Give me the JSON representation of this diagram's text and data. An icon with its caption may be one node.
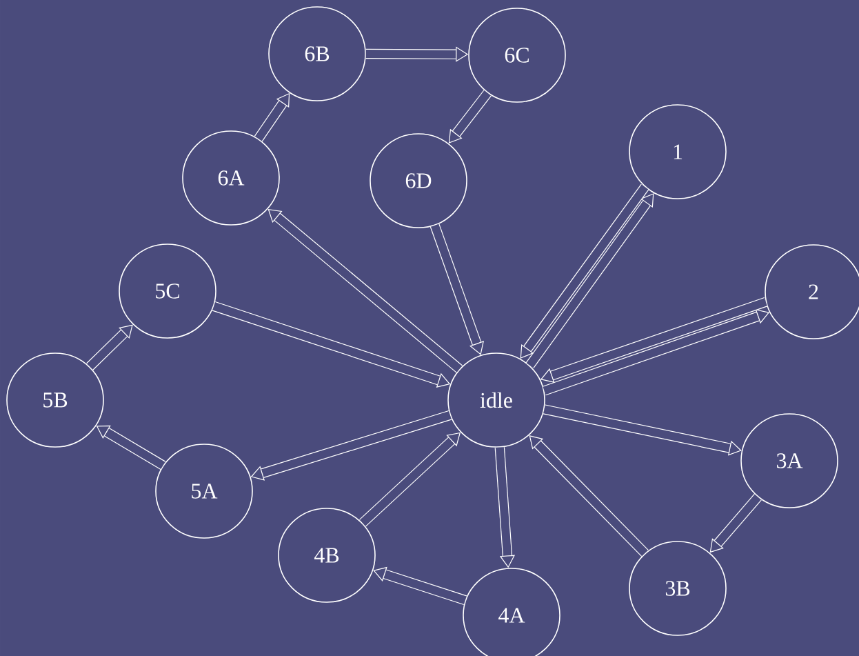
{
  "diagram": {
    "nodes": [
      {
        "text": [
          "idle"
        ]
      },
      {
        "text": [
          "1"
        ]
      },
      {
        "text": [
          "2"
        ]
      },
      {
        "text": [
          "3A"
        ]
      },
      {
        "text": [
          "3B"
        ]
      },
      {
        "text": [
          "4A"
        ]
      },
      {
        "text": [
          "4B"
        ]
      },
      {
        "text": [
          "5A"
        ]
      },
      {
        "text": [
          "5B"
        ]
      },
      {
        "text": [
          "5C"
        ]
      },
      {
        "text": [
          "6A"
        ]
      },
      {
        "text": [
          "6B"
        ]
      },
      {
        "text": [
          "6C"
        ]
      },
      {
        "text": [
          "6D"
        ]
      }
    ],
    "edges": [
      {
        "from": 0,
        "to": 1,
        "arrow": "to"
      },
      {
        "from": 1,
        "to": 0,
        "arrow": "to"
      },
      {
        "from": 0,
        "to": 2,
        "arrow": "to"
      },
      {
        "from": 2,
        "to": 0,
        "arrow": "to"
      },
      {
        "from": 0,
        "to": 3,
        "arrow": "to"
      },
      {
        "from": 3,
        "to": 4,
        "arrow": "to"
      },
      {
        "from": 4,
        "to": 0,
        "arrow": "to"
      },
      {
        "from": 0,
        "to": 5,
        "arrow": "to"
      },
      {
        "from": 5,
        "to": 6,
        "arrow": "to"
      },
      {
        "from": 6,
        "to": 0,
        "arrow": "to"
      },
      {
        "from": 0,
        "to": 7,
        "arrow": "to"
      },
      {
        "from": 7,
        "to": 8,
        "arrow": "to"
      },
      {
        "from": 8,
        "to": 9,
        "arrow": "to"
      },
      {
        "from": 9,
        "to": 0,
        "arrow": "to"
      },
      {
        "from": 0,
        "to": 10,
        "arrow": "to"
      },
      {
        "from": 10,
        "to": 11,
        "arrow": "to"
      },
      {
        "from": 11,
        "to": 12,
        "arrow": "to"
      },
      {
        "from": 12,
        "to": 13,
        "arrow": "to"
      },
      {
        "from": 13,
        "to": 0,
        "arrow": "to"
      }
    ]
  }
}
